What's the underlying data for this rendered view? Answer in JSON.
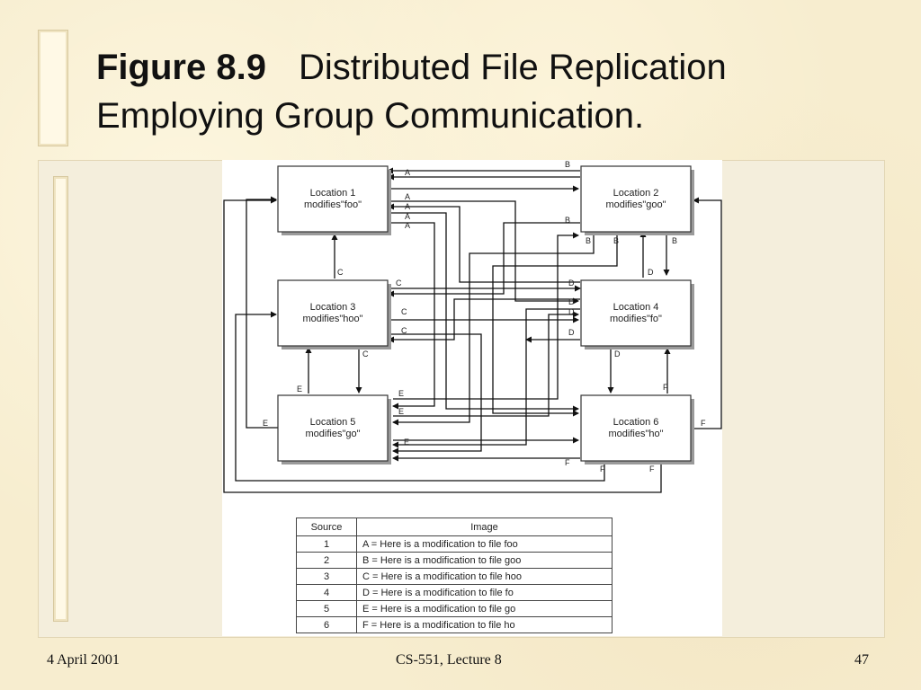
{
  "slide": {
    "title_bold": "Figure 8.9",
    "title_rest": "Distributed File Replication Employing Group Communication."
  },
  "diagram": {
    "nodes": [
      {
        "id": "L1",
        "line1": "Location 1",
        "line2": "modifies\"foo\""
      },
      {
        "id": "L2",
        "line1": "Location 2",
        "line2": "modifies\"goo\""
      },
      {
        "id": "L3",
        "line1": "Location 3",
        "line2": "modifies\"hoo\""
      },
      {
        "id": "L4",
        "line1": "Location 4",
        "line2": "modifies\"fo\""
      },
      {
        "id": "L5",
        "line1": "Location 5",
        "line2": "modifies\"go\""
      },
      {
        "id": "L6",
        "line1": "Location 6",
        "line2": "modifies\"ho\""
      }
    ],
    "edge_labels": [
      "A",
      "B",
      "C",
      "D",
      "E",
      "F"
    ]
  },
  "legend": {
    "headers": [
      "Source",
      "Image"
    ],
    "rows": [
      [
        "1",
        "A = Here is a modification to file foo"
      ],
      [
        "2",
        "B = Here is a modification to file goo"
      ],
      [
        "3",
        "C = Here is a modification to file hoo"
      ],
      [
        "4",
        "D = Here is a modification to file fo"
      ],
      [
        "5",
        "E = Here is a modification to file go"
      ],
      [
        "6",
        "F = Here is a modification to file ho"
      ]
    ]
  },
  "footer": {
    "date": "4 April 2001",
    "course": "CS-551, Lecture 8",
    "page": "47"
  }
}
